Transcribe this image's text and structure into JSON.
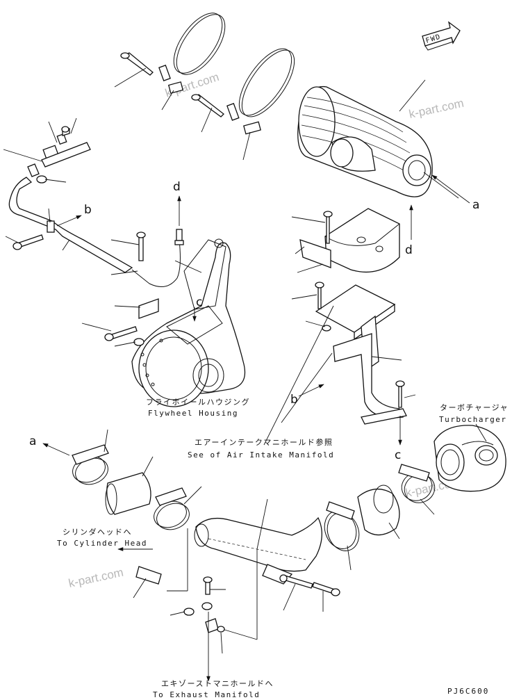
{
  "fwd_label": "FWD",
  "letters": {
    "a": "a",
    "b": "b",
    "c": "c",
    "d": "d"
  },
  "labels": {
    "flywheel_jp": "フライホイールハウジング",
    "flywheel_en": "Flywheel Housing",
    "turbo_jp": "ターボチャージャ",
    "turbo_en": "Turbocharger",
    "intake_jp": "エアーインテークマニホールド参照",
    "intake_en": "See of Air Intake Manifold",
    "cylinder_jp": "シリンダヘッドへ",
    "cylinder_en": "To Cylinder Head",
    "exhaust_jp": "エキゾーストマニホールドへ",
    "exhaust_en": "To Exhaust Manifold"
  },
  "watermark": "k-part.com",
  "drawing_code": "PJ6C600"
}
